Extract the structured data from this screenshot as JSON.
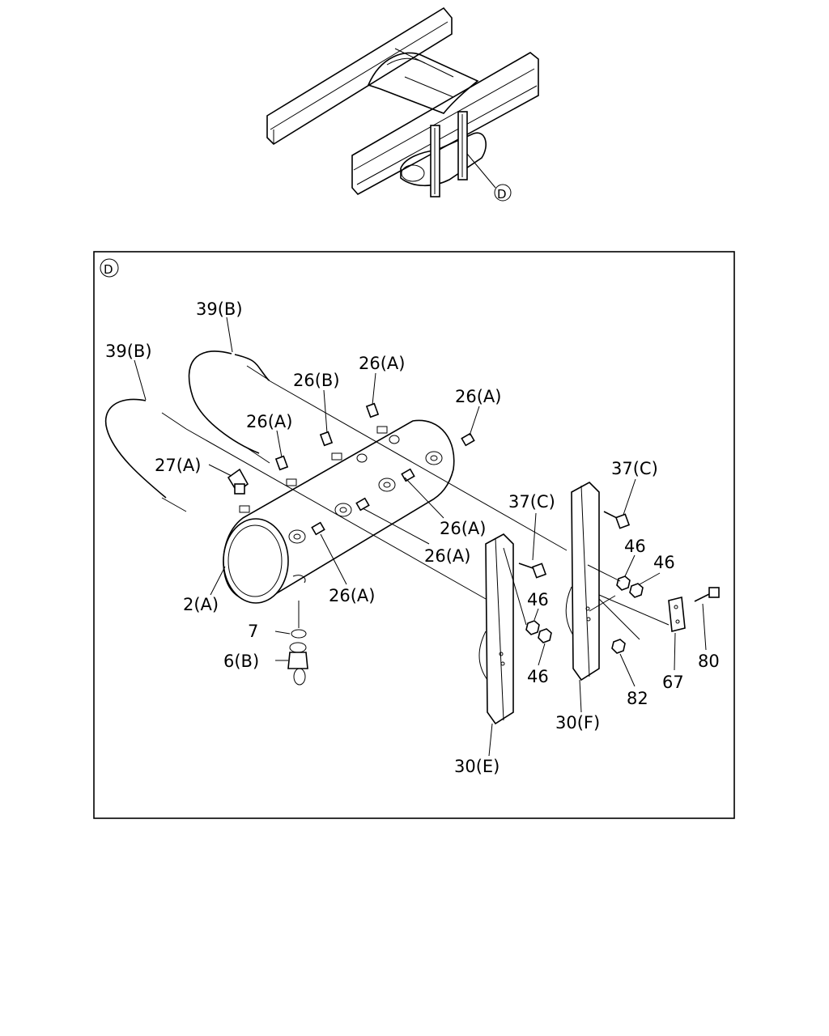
{
  "overview": {
    "callout": "D"
  },
  "detail": {
    "frame_label": "D",
    "labels": {
      "hose_upper": "39(B)",
      "hose_lower": "39(B)",
      "plug_b": "26(B)",
      "plug_a_top": "26(A)",
      "plug_a_right": "26(A)",
      "plug_a_left": "26(A)",
      "elbow": "27(A)",
      "plug_a_mid1": "26(A)",
      "plug_a_mid2": "26(A)",
      "plug_a_front": "26(A)",
      "tank": "2(A)",
      "washer": "7",
      "drain_valve": "6(B)",
      "bolt_c_right": "37(C)",
      "bolt_c_left": "37(C)",
      "nut_46_a": "46",
      "nut_46_b": "46",
      "nut_46_c": "46",
      "nut_46_d": "46",
      "bracket_e": "30(E)",
      "bracket_f": "30(F)",
      "bolt_80": "80",
      "plate_67": "67",
      "nut_82": "82"
    }
  }
}
